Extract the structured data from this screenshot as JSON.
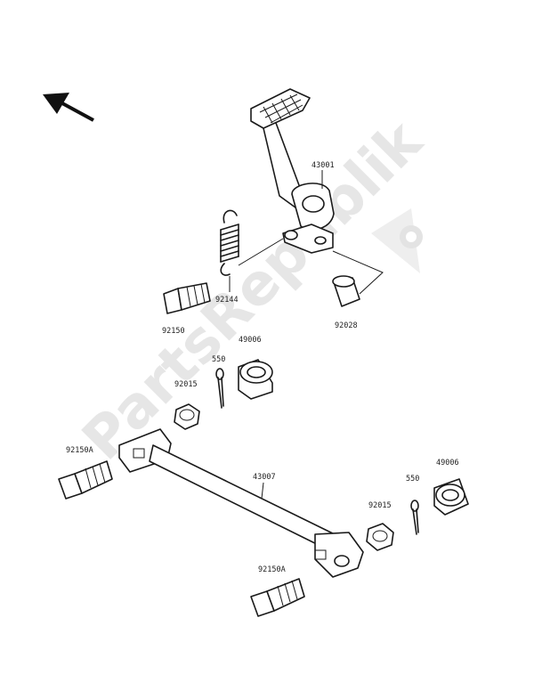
{
  "watermark": {
    "text": "PartsRepublik"
  },
  "labels": {
    "brake_pedal": "43001",
    "spring": "92144",
    "bolt_top": "92150",
    "bushing_top": "92028",
    "cap_top": "49006",
    "cotter_top": "550",
    "nut_top": "92015",
    "bolt_left": "92150A",
    "rod": "43007",
    "nut_right": "92015",
    "cotter_right": "550",
    "cap_right": "49006",
    "bolt_bottom": "92150A"
  },
  "colors": {
    "line": "#1a1a1a",
    "watermark": "#e6e6e6"
  }
}
